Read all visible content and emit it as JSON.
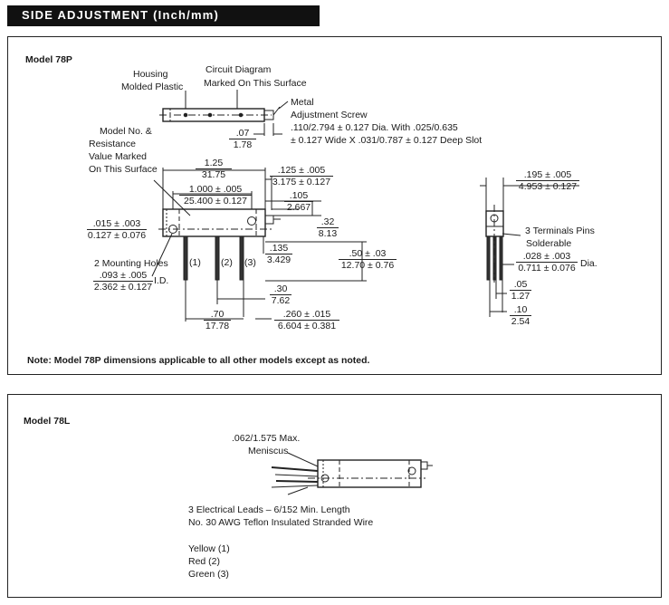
{
  "header": {
    "title": "SIDE ADJUSTMENT (Inch/mm)"
  },
  "model78p": {
    "title": "Model 78P",
    "housing": [
      "Housing",
      "Molded Plastic"
    ],
    "circuit_diagram": [
      "Circuit Diagram",
      "Marked On This Surface"
    ],
    "metal_screw": [
      "Metal",
      "Adjustment Screw"
    ],
    "screw_spec": [
      ".110/2.794 ± 0.127 Dia. With .025/0.635",
      "± 0.127 Wide X .031/0.787 ± 0.127 Deep Slot"
    ],
    "dim_007": [
      ".07",
      "1.78"
    ],
    "model_no": [
      "Model No. &",
      "Resistance",
      "Value Marked",
      "On This Surface"
    ],
    "dim_125": [
      "1.25",
      "31.75"
    ],
    "dim_1000": [
      "1.000 ± .005",
      "25.400 ± 0.127"
    ],
    "dim_125b": [
      ".125 ± .005",
      "3.175 ± 0.127"
    ],
    "dim_105": [
      ".105",
      "2.667"
    ],
    "dim_015": [
      ".015 ± .003",
      "0.127 ± 0.076"
    ],
    "dim_32": [
      ".32",
      "8.13"
    ],
    "dim_135": [
      ".135",
      "3.429"
    ],
    "dim_50": [
      ".50 ± .03",
      "12.70 ± 0.76"
    ],
    "mount_holes": "2 Mounting Holes",
    "dim_093": [
      ".093 ± .005",
      "2.362 ± 0.127"
    ],
    "id_label": "I.D.",
    "pin1": "(1)",
    "pin2": "(2)",
    "pin3": "(3)",
    "dim_30": [
      ".30",
      "7.62"
    ],
    "dim_70": [
      ".70",
      "17.78"
    ],
    "dim_260": [
      ".260 ± .015",
      "6.604 ± 0.381"
    ],
    "dim_195": [
      ".195 ± .005",
      "4.953 ± 0.127"
    ],
    "terminals": [
      "3 Terminals Pins",
      "Solderable"
    ],
    "dim_028": [
      ".028 ± .003",
      "0.711 ± 0.076"
    ],
    "dia_label": "Dia.",
    "dim_05": [
      ".05",
      "1.27"
    ],
    "dim_10": [
      ".10",
      "2.54"
    ],
    "note": "Note: Model 78P dimensions applicable to all other models except as noted."
  },
  "model78l": {
    "title": "Model 78L",
    "meniscus": [
      ".062/1.575 Max.",
      "Meniscus"
    ],
    "leads": [
      "3 Electrical Leads – 6/152 Min. Length",
      "No. 30 AWG Teflon Insulated Stranded Wire"
    ],
    "colors": [
      "Yellow (1)",
      "Red (2)",
      "Green (3)"
    ]
  }
}
